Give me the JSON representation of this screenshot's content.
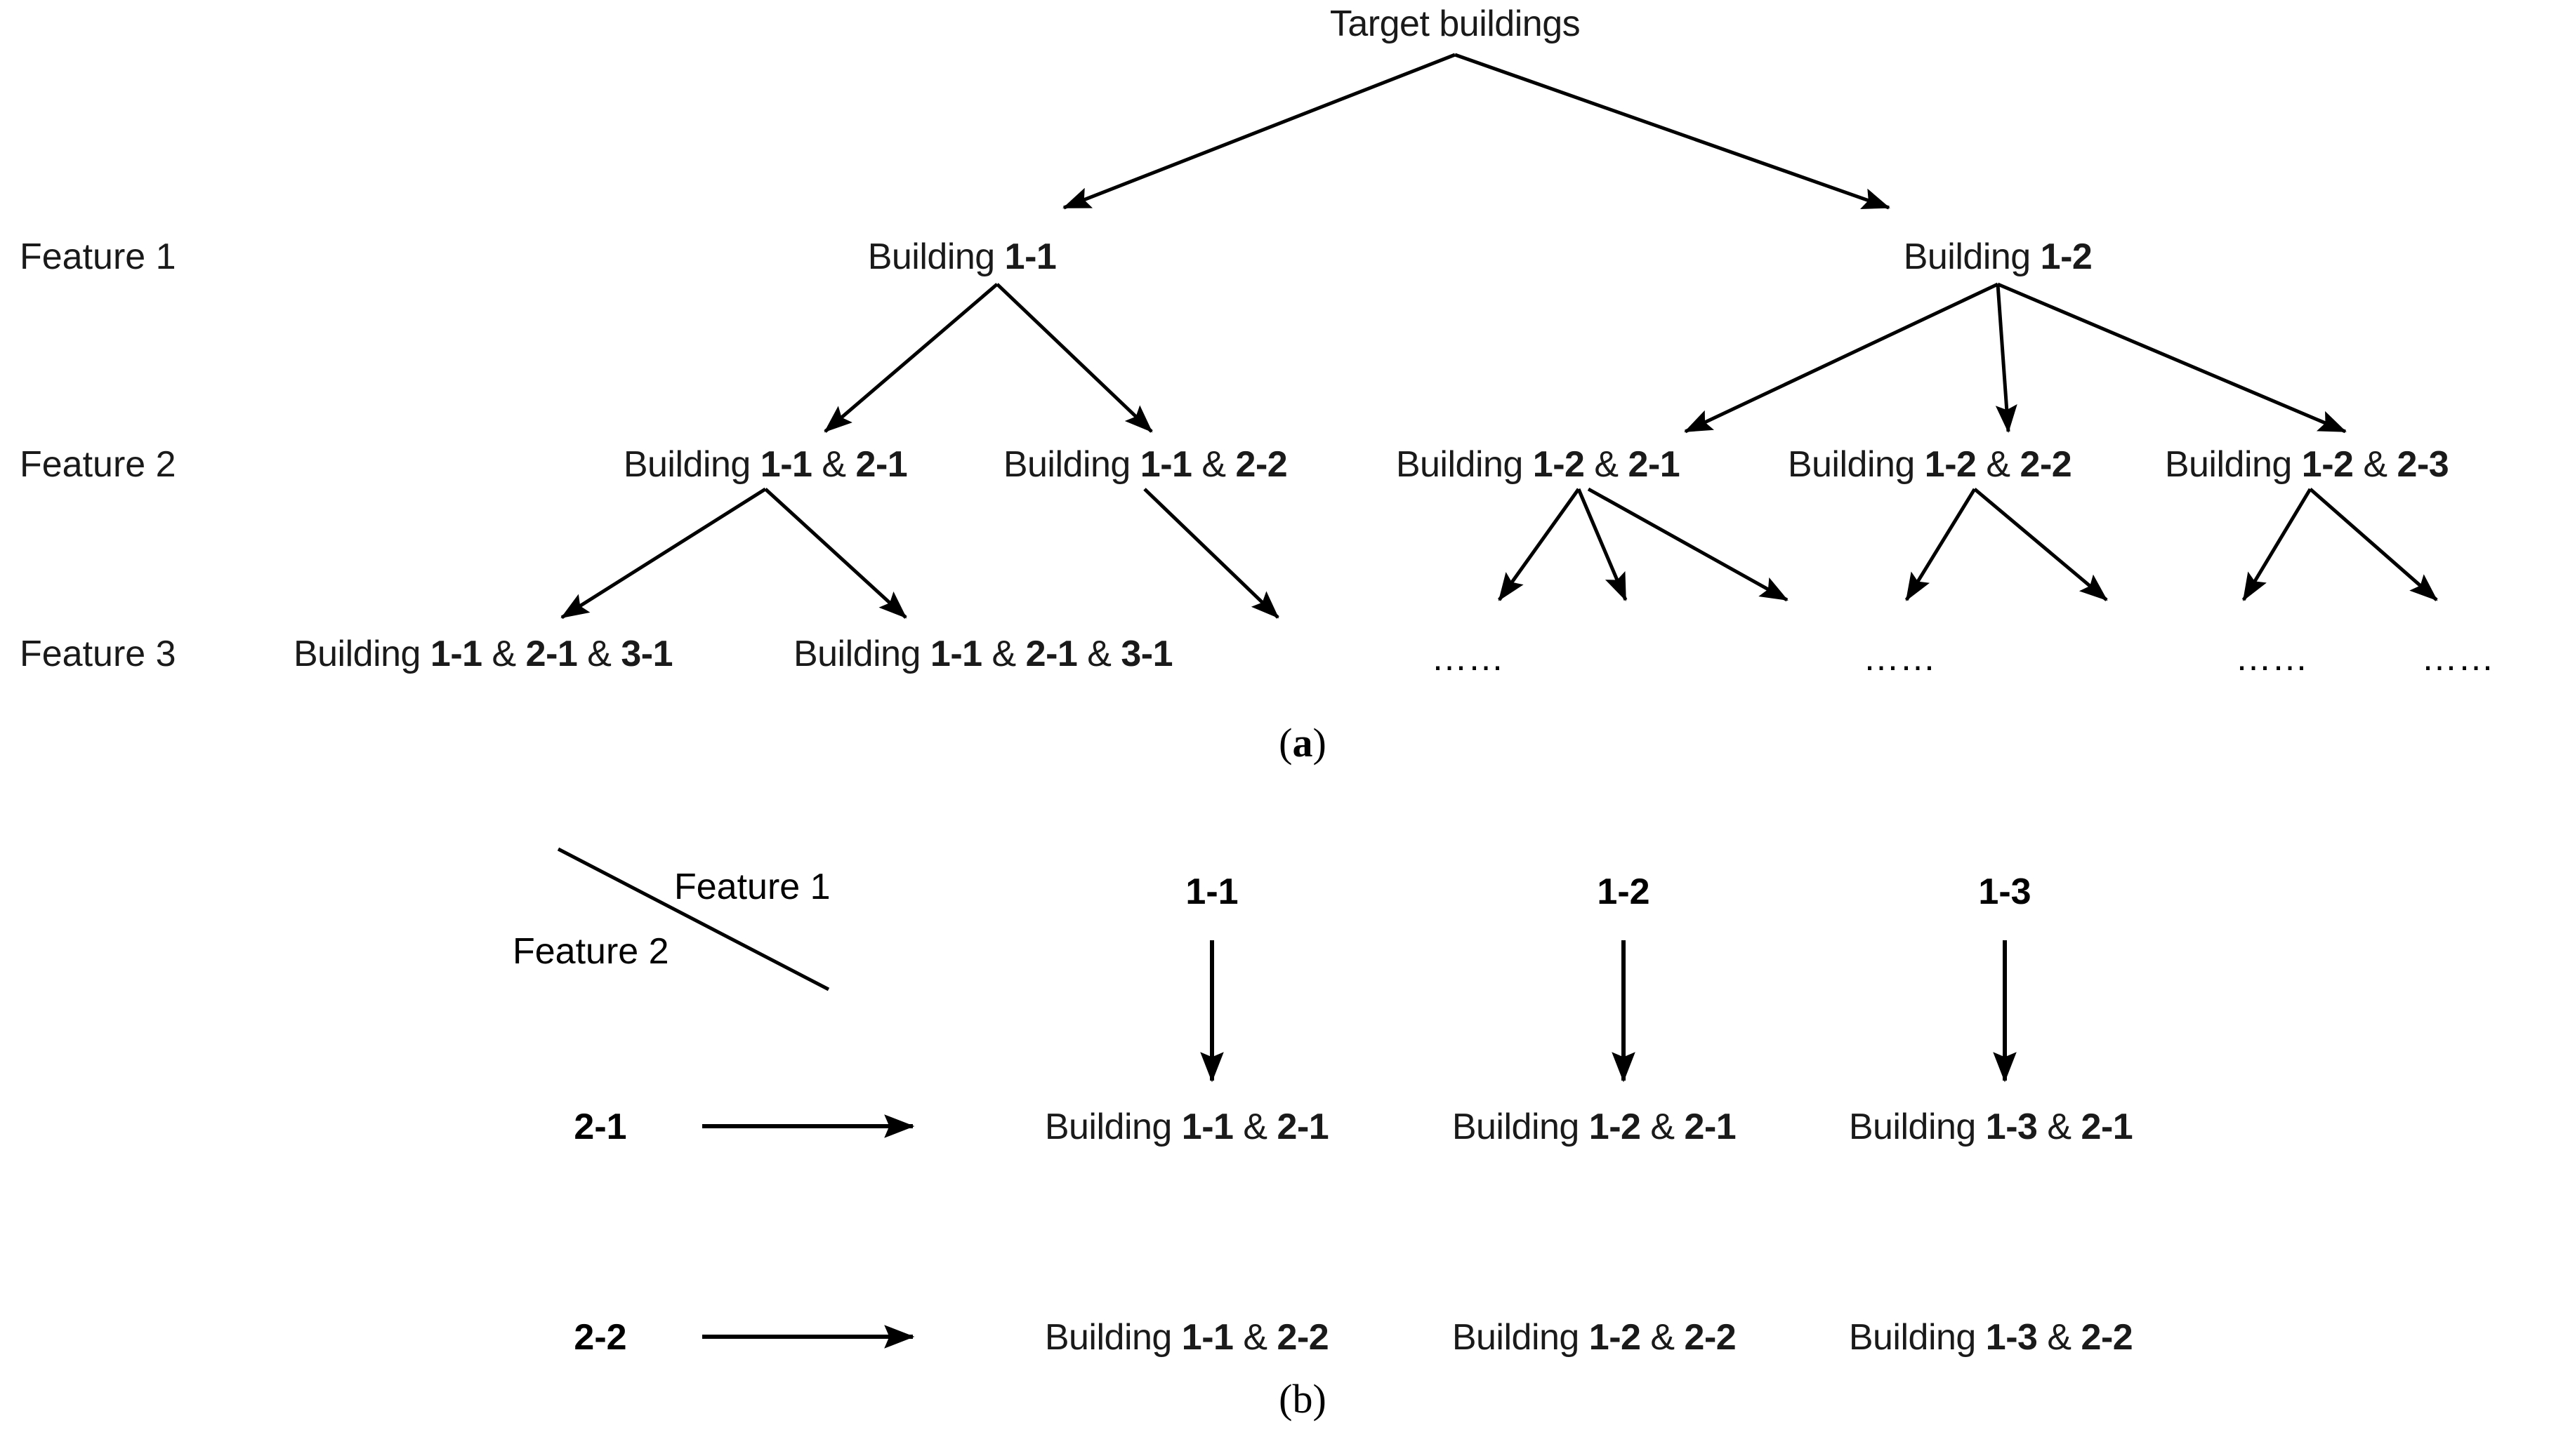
{
  "figure": {
    "panels": [
      {
        "caption": "(a)",
        "caption_open": "(",
        "caption_char": "a",
        "caption_close": ")",
        "char_bold": true
      },
      {
        "caption": "(b)",
        "caption_open": "(",
        "caption_char": "b",
        "caption_close": ")",
        "char_bold": false
      }
    ]
  },
  "panel_a": {
    "root": {
      "label": "Target buildings"
    },
    "level_labels": [
      {
        "label": "Feature 1"
      },
      {
        "label": "Feature 2"
      },
      {
        "label": "Feature 3"
      }
    ],
    "feature1_nodes": [
      {
        "prefix": "Building ",
        "code1": "1-1"
      },
      {
        "prefix": "Building ",
        "code1": "1-2"
      }
    ],
    "feature2_nodes": [
      {
        "prefix": "Building ",
        "code1": "1-1",
        "sep": " & ",
        "code2": "2-1"
      },
      {
        "prefix": "Building ",
        "code1": "1-1",
        "sep": " & ",
        "code2": "2-2"
      },
      {
        "prefix": "Building ",
        "code1": "1-2",
        "sep": " & ",
        "code2": "2-1"
      },
      {
        "prefix": "Building ",
        "code1": "1-2",
        "sep": " & ",
        "code2": "2-2"
      },
      {
        "prefix": "Building ",
        "code1": "1-2",
        "sep": " & ",
        "code2": "2-3"
      }
    ],
    "feature3_nodes": [
      {
        "prefix": "Building ",
        "code1": "1-1",
        "sep": " & ",
        "code2": "2-1",
        "sep2": " & ",
        "code3": "3-1"
      },
      {
        "prefix": "Building ",
        "code1": "1-1",
        "sep": " & ",
        "code2": "2-1",
        "sep2": " & ",
        "code3": "3-1"
      }
    ],
    "ellipses": [
      {
        "text": "……"
      },
      {
        "text": "……"
      },
      {
        "text": "……"
      },
      {
        "text": "……"
      }
    ]
  },
  "panel_b": {
    "axis_header": {
      "feature1": "Feature 1",
      "feature2": "Feature 2"
    },
    "col_headers": [
      {
        "label": "1-1"
      },
      {
        "label": "1-2"
      },
      {
        "label": "1-3"
      }
    ],
    "row_headers": [
      {
        "label": "2-1"
      },
      {
        "label": "2-2"
      }
    ],
    "cells": [
      [
        {
          "prefix": "Building ",
          "code1": "1-1",
          "sep": " & ",
          "code2": "2-1"
        },
        {
          "prefix": "Building ",
          "code1": "1-2",
          "sep": " & ",
          "code2": "2-1"
        },
        {
          "prefix": "Building ",
          "code1": "1-3",
          "sep": " & ",
          "code2": "2-1"
        }
      ],
      [
        {
          "prefix": "Building ",
          "code1": "1-1",
          "sep": " & ",
          "code2": "2-2"
        },
        {
          "prefix": "Building ",
          "code1": "1-2",
          "sep": " & ",
          "code2": "2-2"
        },
        {
          "prefix": "Building ",
          "code1": "1-3",
          "sep": " & ",
          "code2": "2-2"
        }
      ]
    ]
  },
  "style": {
    "line_color": "#000000",
    "text_color": "#1a1a1a",
    "background": "#ffffff"
  }
}
